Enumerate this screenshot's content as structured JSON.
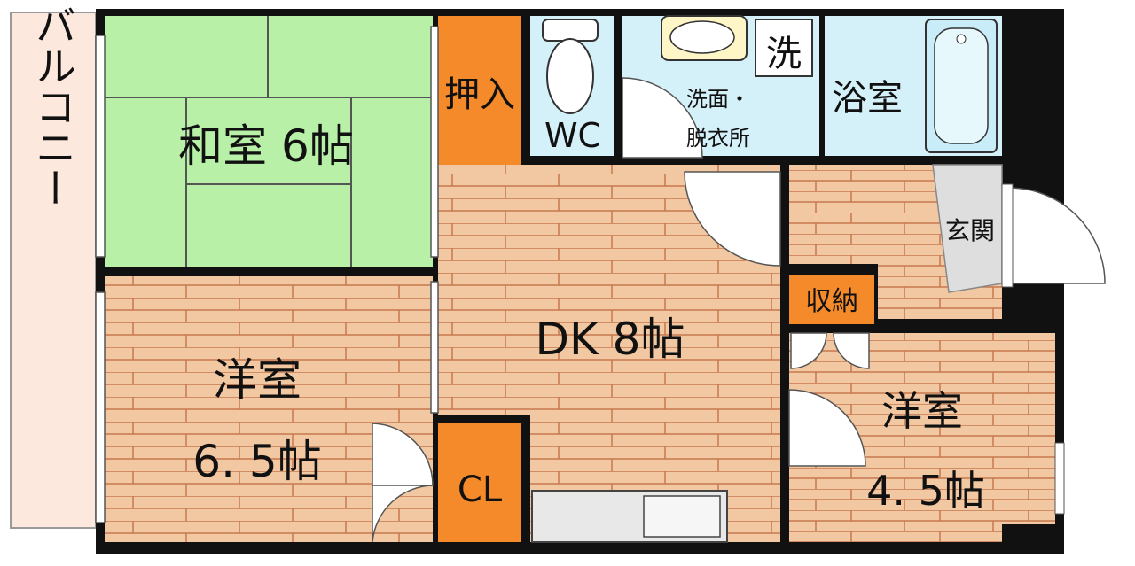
{
  "rooms": {
    "balcony": "バルコニー",
    "washitsu": "和室 6帖",
    "oshiire": "押入",
    "wc": "WC",
    "senmen_1": "洗面・",
    "senmen_2": "脱衣所",
    "sentaku": "洗",
    "yokushitsu": "浴室",
    "genkan": "玄関",
    "dk": "DK 8帖",
    "shuno": "収納",
    "yoshitsu_left_1": "洋室",
    "yoshitsu_left_2": "6. 5帖",
    "cl": "CL",
    "yoshitsu_right_1": "洋室",
    "yoshitsu_right_2": "4. 5帖"
  },
  "colors": {
    "wall": "#111111",
    "tatami": "#b8f0a8",
    "wood": "#f2c8a2",
    "wood_line": "#c87850",
    "closet": "#f48a2a",
    "wet_area": "#d4f0f8",
    "balcony": "#fce8dc",
    "genkan": "#dedede"
  }
}
